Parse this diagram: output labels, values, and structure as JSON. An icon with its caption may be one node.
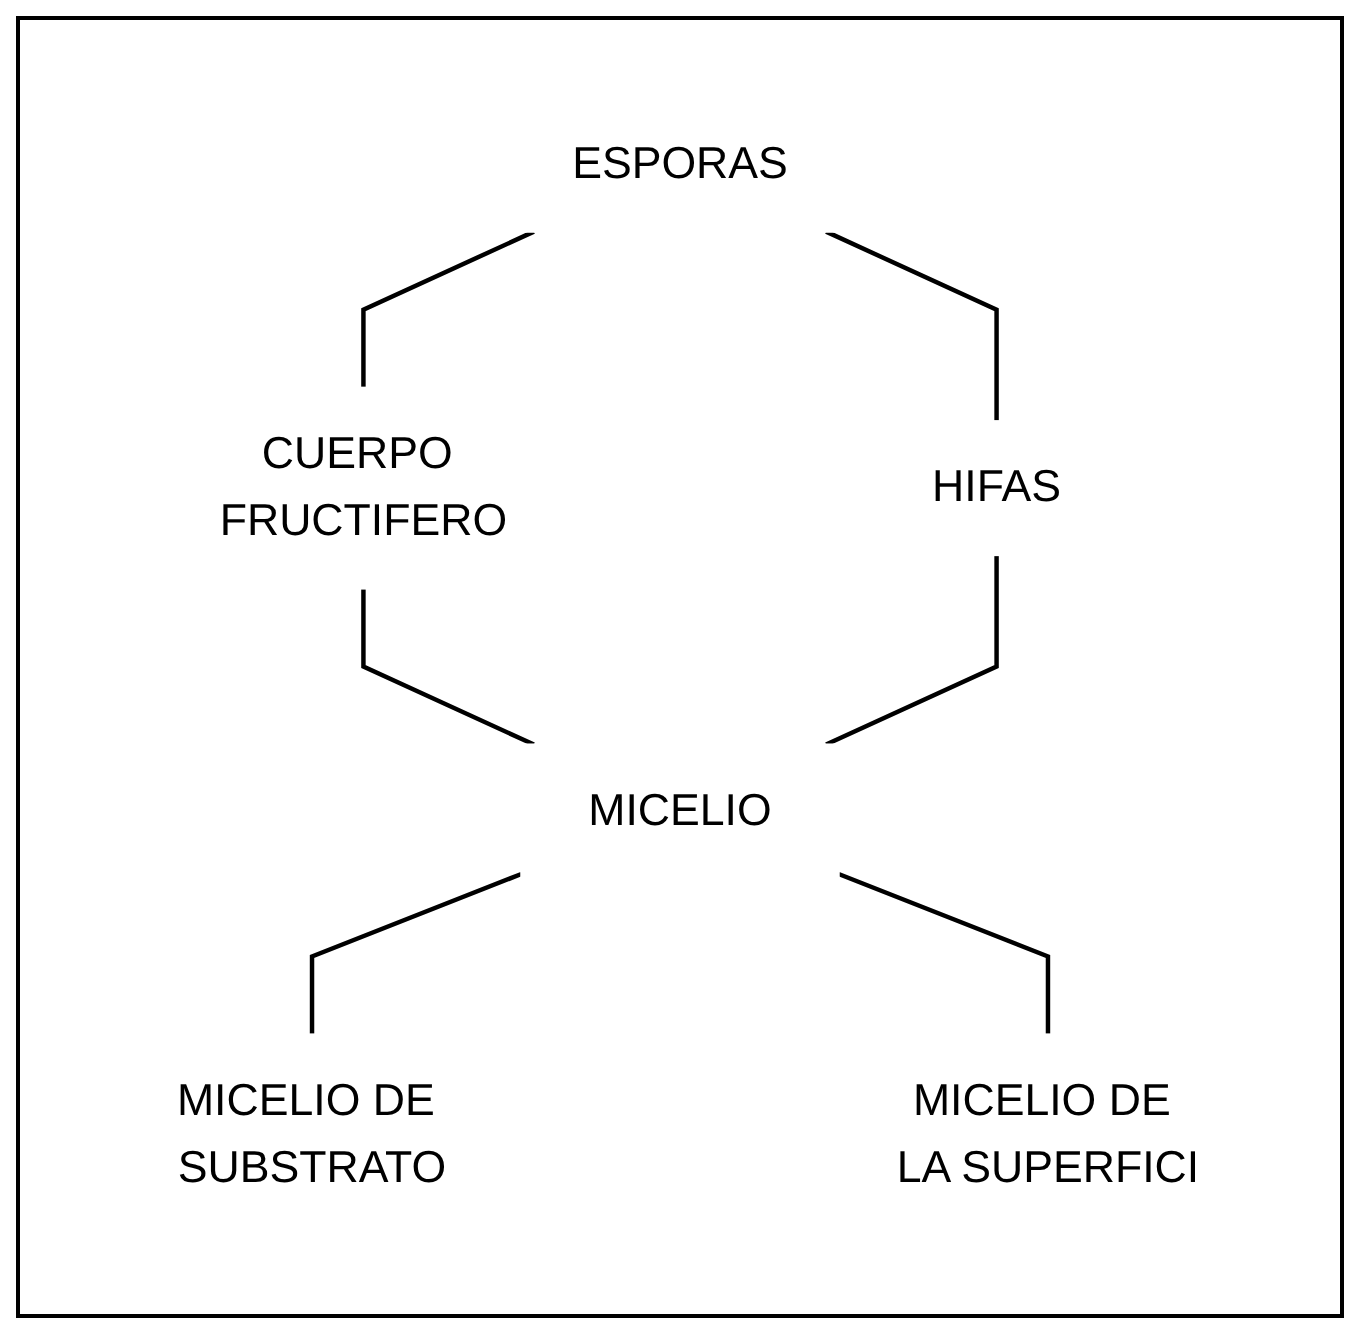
{
  "diagram": {
    "nodes": [
      {
        "text": [
          "ESPORAS"
        ]
      },
      {
        "text": [
          "CUERPO FRUCTIFERO"
        ]
      },
      {
        "text": [
          "HIFAS"
        ]
      },
      {
        "text": [
          "MICELIO"
        ]
      },
      {
        "text": [
          "MICELIO DE SUBSTRATO"
        ]
      },
      {
        "text": [
          "MICELIO DE LA SUPERFICI"
        ]
      }
    ],
    "edges": [
      {
        "from": 0,
        "to": 1,
        "arrow": "none"
      },
      {
        "from": 0,
        "to": 2,
        "arrow": "none"
      },
      {
        "from": 1,
        "to": 3,
        "arrow": "none"
      },
      {
        "from": 2,
        "to": 3,
        "arrow": "none"
      },
      {
        "from": 3,
        "to": 4,
        "arrow": "none"
      },
      {
        "from": 3,
        "to": 5,
        "arrow": "none"
      }
    ]
  }
}
